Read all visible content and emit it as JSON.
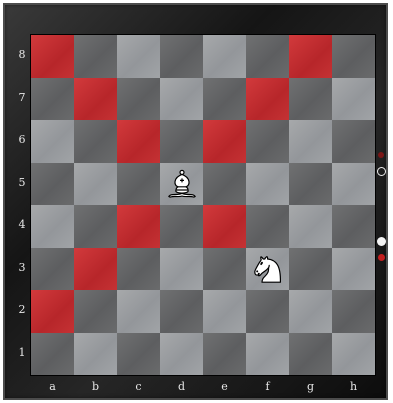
{
  "board": {
    "files": [
      "a",
      "b",
      "c",
      "d",
      "e",
      "f",
      "g",
      "h"
    ],
    "ranks": [
      "8",
      "7",
      "6",
      "5",
      "4",
      "3",
      "2",
      "1"
    ],
    "highlighted_squares": [
      "a8",
      "g8",
      "b7",
      "f7",
      "c6",
      "e6",
      "c4",
      "e4",
      "b3",
      "a2"
    ],
    "pieces": [
      {
        "square": "d5",
        "type": "bishop",
        "color": "white"
      },
      {
        "square": "f3",
        "type": "knight",
        "color": "white"
      }
    ]
  },
  "colors": {
    "light_square": "#9a9d9f",
    "dark_square": "#656668",
    "highlight": "#c0302f",
    "frame": "#1e1e1e"
  },
  "side_indicators": {
    "black_to_move": "ring",
    "white_to_move": "filled"
  }
}
